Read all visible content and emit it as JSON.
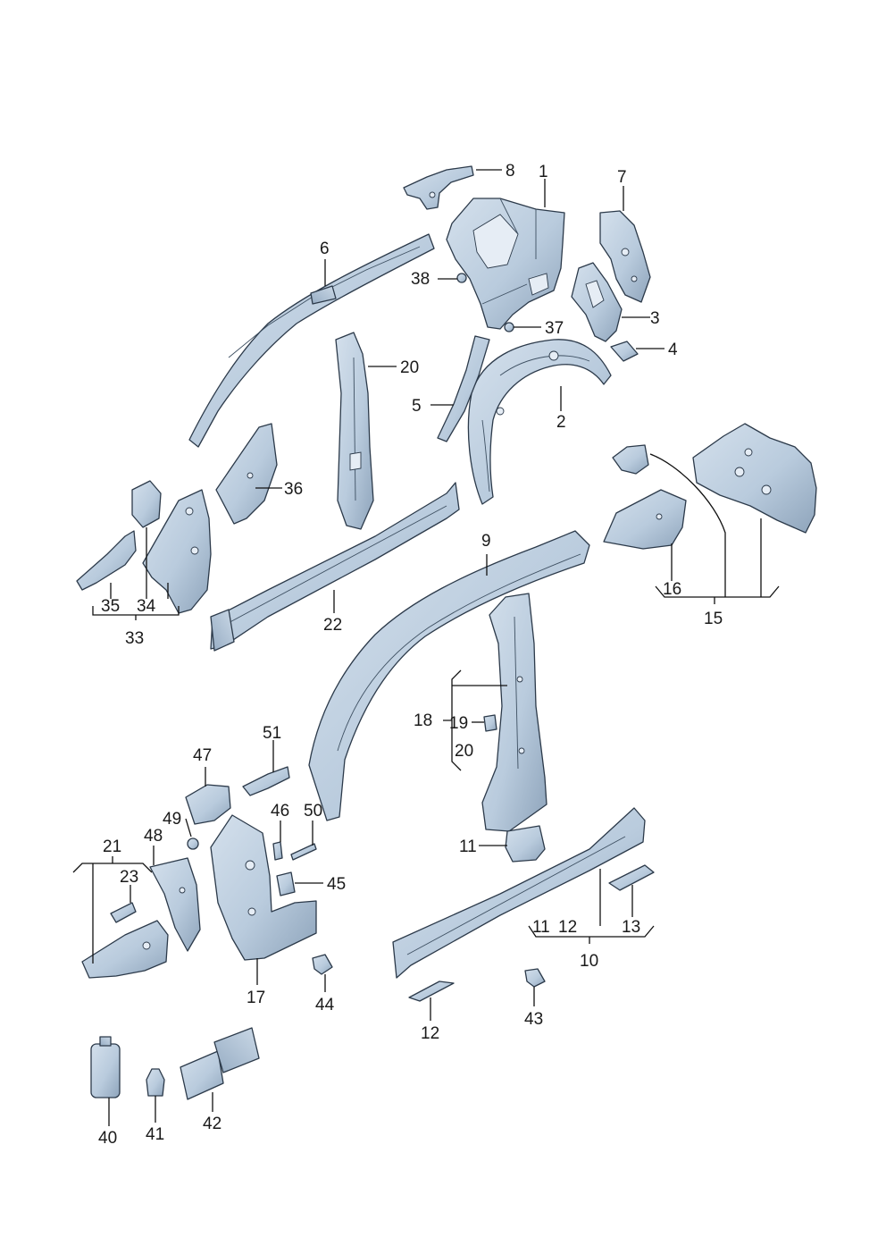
{
  "colors": {
    "part_fill": "#bccddf",
    "part_shade": "#8ea4bb",
    "part_edge": "#2c3a4a",
    "leader": "#111111",
    "label": "#1a1a1a"
  },
  "callouts": {
    "c1": "1",
    "c2": "2",
    "c3": "3",
    "c4": "4",
    "c5": "5",
    "c6": "6",
    "c7": "7",
    "c8": "8",
    "c9": "9",
    "c10": "10",
    "c11a": "11",
    "c11b": "11",
    "c12a": "12",
    "c12b": "12",
    "c13": "13",
    "c15": "15",
    "c16": "16",
    "c17": "17",
    "c18": "18",
    "c19": "19",
    "c20a": "20",
    "c20b": "20",
    "c21": "21",
    "c22": "22",
    "c23": "23",
    "c33": "33",
    "c34": "34",
    "c35": "35",
    "c36": "36",
    "c37": "37",
    "c38": "38",
    "c40": "40",
    "c41": "41",
    "c42": "42",
    "c43": "43",
    "c44": "44",
    "c45": "45",
    "c46": "46",
    "c47": "47",
    "c48": "48",
    "c49": "49",
    "c50": "50",
    "c51": "51"
  }
}
